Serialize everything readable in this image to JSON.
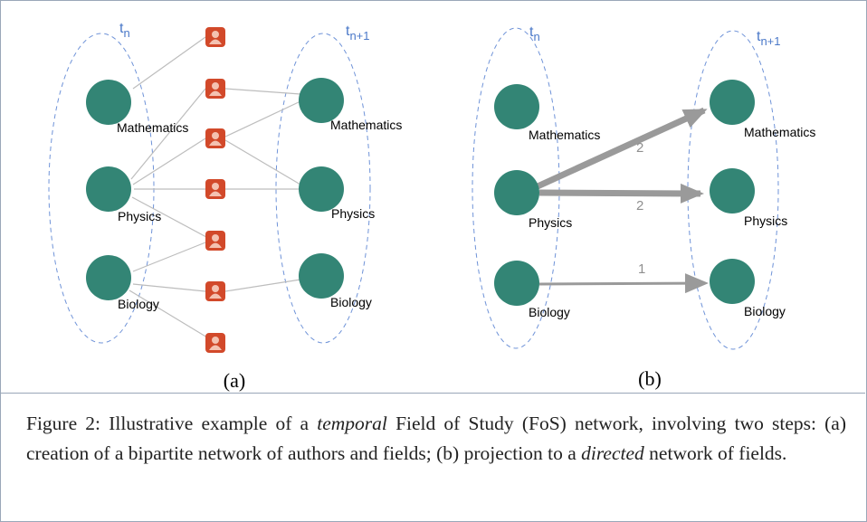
{
  "panel_a": {
    "time_left": {
      "base": "t",
      "sub": "n"
    },
    "time_right": {
      "base": "t",
      "sub": "n+1"
    },
    "left_fields": [
      "Mathematics",
      "Physics",
      "Biology"
    ],
    "right_fields": [
      "Mathematics",
      "Physics",
      "Biology"
    ],
    "author_count": 7,
    "label": "(a)"
  },
  "panel_b": {
    "time_left": {
      "base": "t",
      "sub": "n"
    },
    "time_right": {
      "base": "t",
      "sub": "n+1"
    },
    "left_fields": [
      "Mathematics",
      "Physics",
      "Biology"
    ],
    "right_fields": [
      "Mathematics",
      "Physics",
      "Biology"
    ],
    "edges": [
      {
        "from": "Physics",
        "to": "Mathematics",
        "weight": "2"
      },
      {
        "from": "Physics",
        "to": "Physics",
        "weight": "2"
      },
      {
        "from": "Biology",
        "to": "Biology",
        "weight": "1"
      }
    ],
    "label": "(b)"
  },
  "caption": {
    "prefix": "Figure 2: Illustrative example of a ",
    "em1": "temporal",
    "mid1": " Field of Study (FoS) network, involving two steps: (a) creation of a bipartite network of authors and fields; (b) projection to a ",
    "em2": "directed",
    "suffix": " network of fields."
  },
  "colors": {
    "field_node": "#338575",
    "author_node": "#d2492a",
    "ellipse": "#6f93d8",
    "bipartite_edge": "#bdbdbd",
    "directed_edge": "#9a9a9a",
    "time_label": "#4a78c8"
  }
}
